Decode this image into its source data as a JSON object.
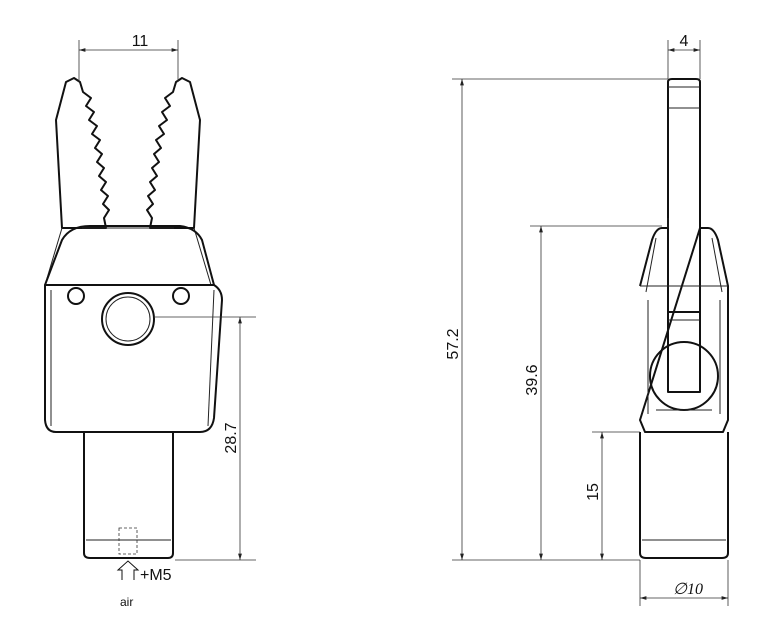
{
  "dimensions": {
    "jaw_opening": "11",
    "jaw_thickness": "4",
    "overall_length": "57.2",
    "body_length": "39.6",
    "shank_length": "15",
    "pivot_height": "28.7",
    "diameter": "∅10"
  },
  "air_port": {
    "thread": "+M5",
    "medium": "air"
  }
}
